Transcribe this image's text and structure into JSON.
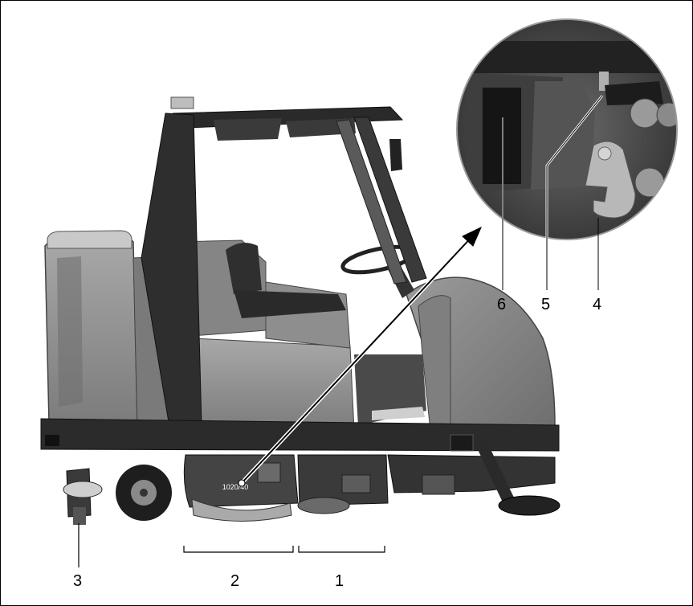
{
  "callouts": {
    "c1": "1",
    "c2": "2",
    "c3": "3",
    "c4": "4",
    "c5": "5",
    "c6": "6"
  },
  "badge_text": "1020/40",
  "colors": {
    "frame": "#000000",
    "machine_body": "#8a8a8a",
    "machine_dark": "#2c2c2c",
    "background": "#ffffff"
  }
}
